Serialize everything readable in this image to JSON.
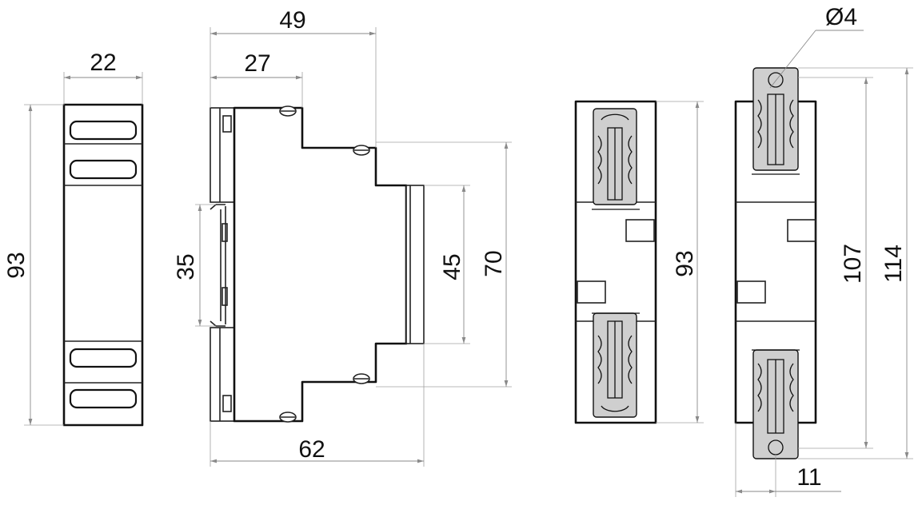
{
  "drawing": {
    "dimensions": {
      "front_width": "22",
      "front_height": "93",
      "side_total_depth": "49",
      "side_upper_depth": "27",
      "side_rail": "35",
      "side_front_height": "45",
      "side_mid_height": "70",
      "side_base_depth": "62",
      "rear_height": "93",
      "bottom_hole": "Ø4",
      "bottom_clip_span": "107",
      "bottom_total_length": "114",
      "bottom_hole_offset": "11"
    },
    "colors": {
      "outline": "#111111",
      "dimension_line": "#8a8a8a",
      "clip_fill": "#cfcfcf",
      "background": "#ffffff"
    }
  }
}
